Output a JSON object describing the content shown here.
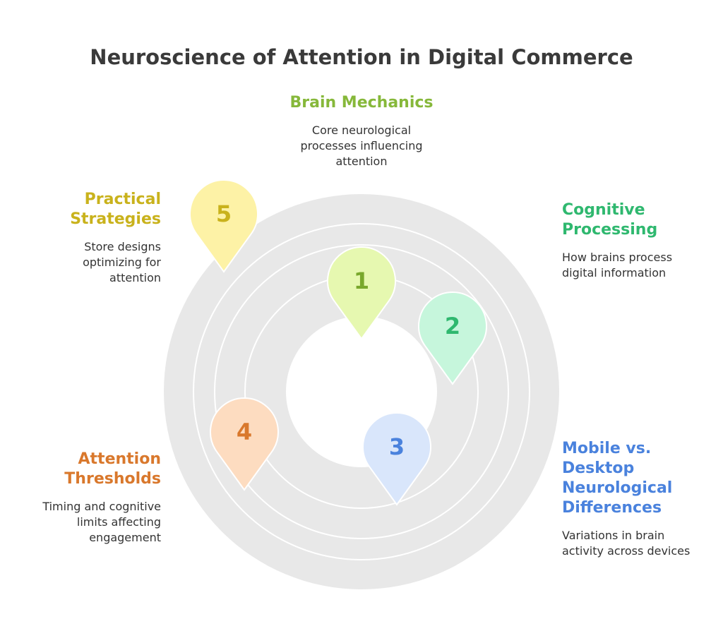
{
  "title": "Neuroscience of Attention in Digital Commerce",
  "markers": [
    {
      "num": "1",
      "fill": "#e6f8b0",
      "text_color": "#79a82c"
    },
    {
      "num": "2",
      "fill": "#c6f6dc",
      "text_color": "#2fb86f"
    },
    {
      "num": "3",
      "fill": "#d9e6fb",
      "text_color": "#4a82dd"
    },
    {
      "num": "4",
      "fill": "#fddcc0",
      "text_color": "#d9782c"
    },
    {
      "num": "5",
      "fill": "#fdf2a6",
      "text_color": "#c9b21c"
    }
  ],
  "sections": {
    "brain_mechanics": {
      "heading": "Brain Mechanics",
      "desc": [
        "Core neurological",
        "processes influencing",
        "attention"
      ],
      "color": "#86b83a"
    },
    "cognitive_processing": {
      "heading": [
        "Cognitive",
        "Processing"
      ],
      "desc": [
        "How brains process",
        "digital information"
      ],
      "color": "#2fb86f"
    },
    "mobile_desktop": {
      "heading": [
        "Mobile vs.",
        "Desktop",
        "Neurological",
        "Differences"
      ],
      "desc": [
        "Variations in brain",
        "activity across devices"
      ],
      "color": "#4a82dd"
    },
    "attention_thresholds": {
      "heading": [
        "Attention",
        "Thresholds"
      ],
      "desc": [
        "Timing and cognitive",
        "limits affecting",
        "engagement"
      ],
      "color": "#d9782c"
    },
    "practical_strategies": {
      "heading": [
        "Practical",
        "Strategies"
      ],
      "desc": [
        "Store designs",
        "optimizing for",
        "attention"
      ],
      "color": "#c9b21c"
    }
  }
}
